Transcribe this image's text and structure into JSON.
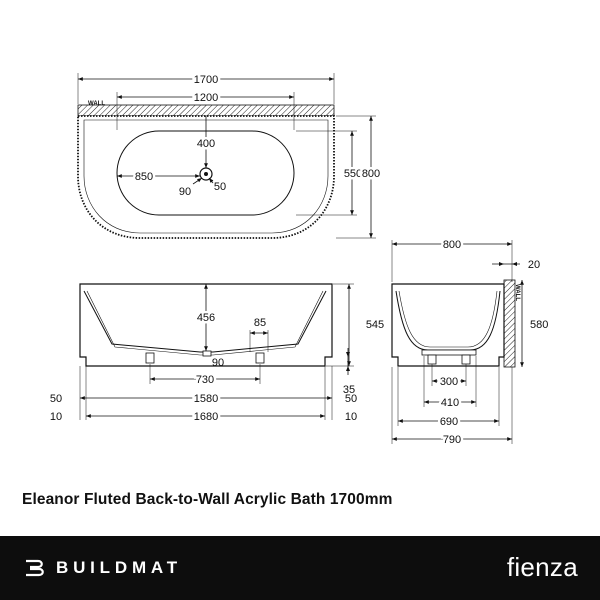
{
  "diagram": {
    "wall_label": "WALL",
    "plan": {
      "overall_length": "1700",
      "inner_length": "1200",
      "bowl_length": "850",
      "outlet_offset": "400",
      "outlet_x": "90",
      "outlet_y": "50",
      "inner_width": "550",
      "overall_width": "800"
    },
    "front": {
      "depth": "456",
      "height": "545",
      "foot_spacing": "730",
      "waste_offset": "90",
      "waste_size": "85",
      "plinth_height": "35",
      "left_inset": "50",
      "right_inset": "50",
      "plinth_length": "1580",
      "left_gap": "10",
      "right_gap": "10",
      "base_length": "1680"
    },
    "side": {
      "width": "800",
      "wall_gap": "20",
      "height": "580",
      "foot_spacing": "300",
      "plinth_inner": "410",
      "plinth_width": "690",
      "base_width": "790"
    }
  },
  "product_title": "Eleanor Fluted Back-to-Wall Acrylic Bath 1700mm",
  "footer": {
    "brand_left": "BUILDMAT",
    "brand_right": "fienza"
  }
}
